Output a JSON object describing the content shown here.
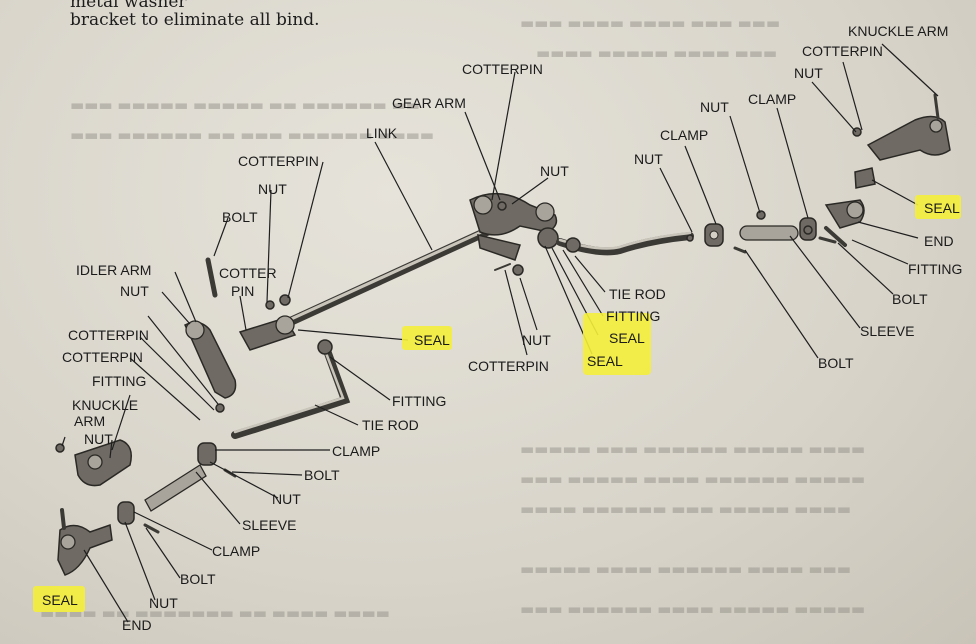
{
  "header": {
    "line1": "metal washer",
    "line2": "bracket to eliminate all bind."
  },
  "labels": {
    "knuckle_arm_r": "KNUCKLE ARM",
    "cotterpin_r": "COTTERPIN",
    "nut_r": "NUT",
    "clamp_r": "CLAMP",
    "nut_r2": "NUT",
    "clamp_r2": "CLAMP",
    "nut_r3": "NUT",
    "seal_r": "SEAL",
    "end_r": "END",
    "fitting_r": "FITTING",
    "bolt_r": "BOLT",
    "sleeve_r": "SLEEVE",
    "bolt_r2": "BOLT",
    "cotterpin_top": "COTTERPIN",
    "gear_arm": "GEAR ARM",
    "nut_top": "NUT",
    "link": "LINK",
    "tie_rod_c": "TIE ROD",
    "fitting_c": "FITTING",
    "seal_c1": "SEAL",
    "seal_c2": "SEAL",
    "nut_c": "NUT",
    "cotterpin_c": "COTTERPIN",
    "cotterpin_l": "COTTERPIN",
    "nut_l1": "NUT",
    "bolt_l": "BOLT",
    "idler_arm": "IDLER ARM",
    "nut_l2": "NUT",
    "cotter_pin": "COTTER",
    "cotter_pin2": "PIN",
    "cotterpin_l2": "COTTERPIN",
    "cotterpin_l3": "COTTERPIN",
    "fitting_l": "FITTING",
    "knuckle_arm_l1": "KNUCKLE",
    "knuckle_arm_l2": "ARM",
    "nut_l3": "NUT",
    "seal_mid": "SEAL",
    "fitting_mid": "FITTING",
    "tie_rod_l": "TIE ROD",
    "clamp_l": "CLAMP",
    "bolt_l2": "BOLT",
    "nut_l4": "NUT",
    "sleeve_l": "SLEEVE",
    "clamp_l2": "CLAMP",
    "bolt_l3": "BOLT",
    "nut_l5": "NUT",
    "seal_l": "SEAL",
    "end_l": "END"
  },
  "highlight_color": "#f4ee3a"
}
